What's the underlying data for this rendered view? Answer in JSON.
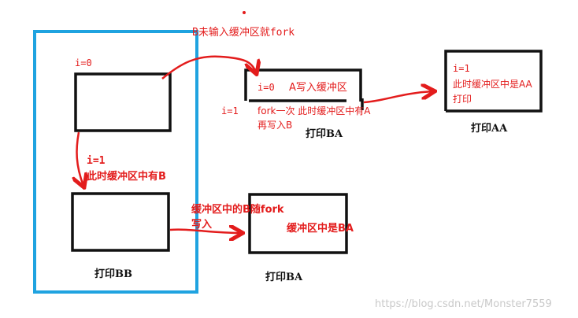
{
  "colors": {
    "red": "#e31c1c",
    "blue": "#1fa3e0",
    "black": "#111111",
    "watermark": "#c9c9c9"
  },
  "labels": {
    "top_note": "B未输入缓冲区就fork",
    "i0_left": "i=0",
    "i0_top": "i=0",
    "a_write": "A写入缓冲区",
    "i1_mid_a": "i=1",
    "i1_mid_b": "fork一次 此时缓冲区中有A",
    "i1_mid_c": "再写入B",
    "print_ba_top": "打印BA",
    "right_i1": "i=1",
    "right_buf": "此时缓冲区中是AA",
    "right_print": "打印",
    "print_aa": "打印AA",
    "left_i1": "i=1",
    "left_buf": "此时缓冲区中有B",
    "print_bb": "打印BB",
    "bottom_fork_a": "缓冲区中的B随fork",
    "bottom_fork_b": "写入",
    "bottom_buf": "缓冲区中是BA",
    "print_ba_bottom": "打印BA",
    "watermark": "https://blog.csdn.net/Monster7559"
  }
}
